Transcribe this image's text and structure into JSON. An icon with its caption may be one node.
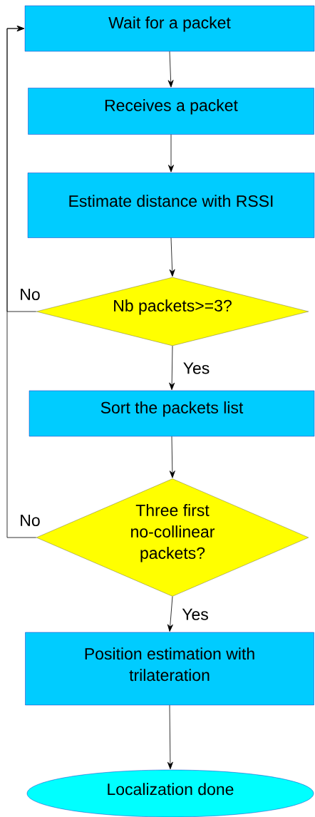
{
  "diagram": {
    "nodes": [
      {
        "text": [
          "Wait for a packet"
        ]
      },
      {
        "text": [
          "Receives a packet"
        ]
      },
      {
        "text": [
          "Estimate distance with RSSI"
        ]
      },
      {
        "text": [
          "Nb packets>=3?"
        ]
      },
      {
        "text": [
          "Sort the packets list"
        ]
      },
      {
        "text": [
          "Three first no-collinear packets?"
        ]
      },
      {
        "text": [
          "Position estimation with trilateration"
        ]
      },
      {
        "text": [
          "Localization done"
        ]
      }
    ],
    "edges": [
      {
        "from": 0,
        "to": 1,
        "arrow": "to"
      },
      {
        "from": 1,
        "to": 2,
        "arrow": "to"
      },
      {
        "from": 2,
        "to": 3,
        "arrow": "to"
      },
      {
        "from": 3,
        "to": 4,
        "arrow": "to",
        "label": "Yes"
      },
      {
        "from": 4,
        "to": 5,
        "arrow": "to"
      },
      {
        "from": 5,
        "to": 6,
        "arrow": "to",
        "label": "Yes"
      },
      {
        "from": 6,
        "to": 7,
        "arrow": "to"
      },
      {
        "from": 3,
        "to": 0,
        "arrow": "to",
        "label": "No"
      },
      {
        "from": 5,
        "to": 0,
        "arrow": "to",
        "label": "No"
      }
    ]
  }
}
